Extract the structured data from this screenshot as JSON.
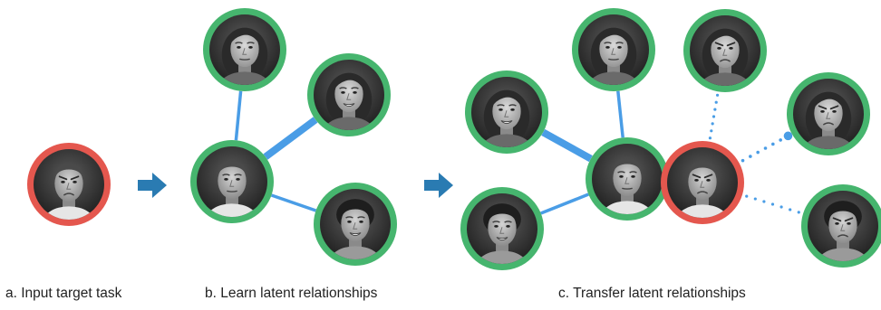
{
  "colors": {
    "source_ring": "#46b56e",
    "target_ring": "#e4574e",
    "edge": "#4a9de6",
    "arrow": "#2a7bb2",
    "caption_text": "#222222"
  },
  "captions": {
    "a": "a. Input target task",
    "b": "b. Learn latent relationships",
    "c": "c. Transfer latent relationships"
  },
  "panels": [
    {
      "id": "a",
      "nodes": [
        {
          "id": "target",
          "role": "target task",
          "expression": "frown"
        }
      ]
    },
    {
      "id": "b",
      "nodes": [
        {
          "id": "man-neutral",
          "role": "source task",
          "expression": "neutral"
        },
        {
          "id": "woman-neutral",
          "role": "source task",
          "expression": "neutral"
        },
        {
          "id": "woman-smile",
          "role": "source task",
          "expression": "smile"
        },
        {
          "id": "man2-smile",
          "role": "source task",
          "expression": "smile"
        }
      ],
      "edges": [
        {
          "from": "man-neutral",
          "to": "woman-neutral",
          "strength": 1
        },
        {
          "from": "man-neutral",
          "to": "woman-smile",
          "strength": 2
        },
        {
          "from": "man-neutral",
          "to": "man2-smile",
          "strength": 1
        }
      ]
    },
    {
      "id": "c",
      "nodes": [
        {
          "id": "man-neutral",
          "role": "source task",
          "expression": "neutral"
        },
        {
          "id": "woman-neutral",
          "role": "source task",
          "expression": "neutral"
        },
        {
          "id": "woman-smile",
          "role": "source task",
          "expression": "smile"
        },
        {
          "id": "man2-smile",
          "role": "source task",
          "expression": "smile"
        },
        {
          "id": "target",
          "role": "target task",
          "expression": "frown"
        },
        {
          "id": "woman-frown",
          "role": "source task",
          "expression": "frown"
        },
        {
          "id": "woman2-frown",
          "role": "source task",
          "expression": "frown"
        },
        {
          "id": "man2-frown",
          "role": "source task",
          "expression": "frown"
        }
      ],
      "edges": [
        {
          "from": "man-neutral",
          "to": "woman-neutral",
          "strength": 1,
          "style": "solid"
        },
        {
          "from": "man-neutral",
          "to": "woman-smile",
          "strength": 2,
          "style": "solid"
        },
        {
          "from": "man-neutral",
          "to": "man2-smile",
          "strength": 1,
          "style": "solid"
        },
        {
          "from": "target",
          "to": "woman-frown",
          "strength": 1,
          "style": "dotted"
        },
        {
          "from": "target",
          "to": "woman2-frown",
          "strength": 2,
          "style": "dotted"
        },
        {
          "from": "target",
          "to": "man2-frown",
          "strength": 1,
          "style": "dotted"
        }
      ]
    }
  ]
}
